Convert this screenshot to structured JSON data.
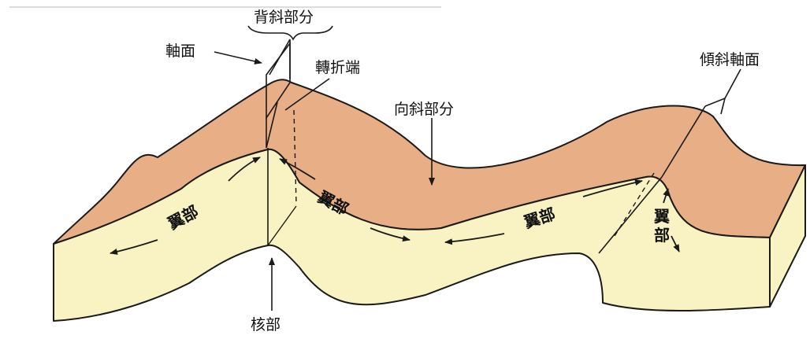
{
  "labels": {
    "anticline": "背斜部分",
    "axial_plane": "軸面",
    "hinge": "轉折端",
    "syncline": "向斜部分",
    "inclined_axial_plane": "傾斜軸面",
    "core": "核部",
    "limb_1": "翼部",
    "limb_2": "翼部",
    "limb_3": "翼部",
    "limb_4": "翼部"
  },
  "colors": {
    "top_surface": "#e8ae86",
    "front_face": "#f9f3c3",
    "side_face": "#e2a984",
    "outline": "#1a1a1a"
  }
}
